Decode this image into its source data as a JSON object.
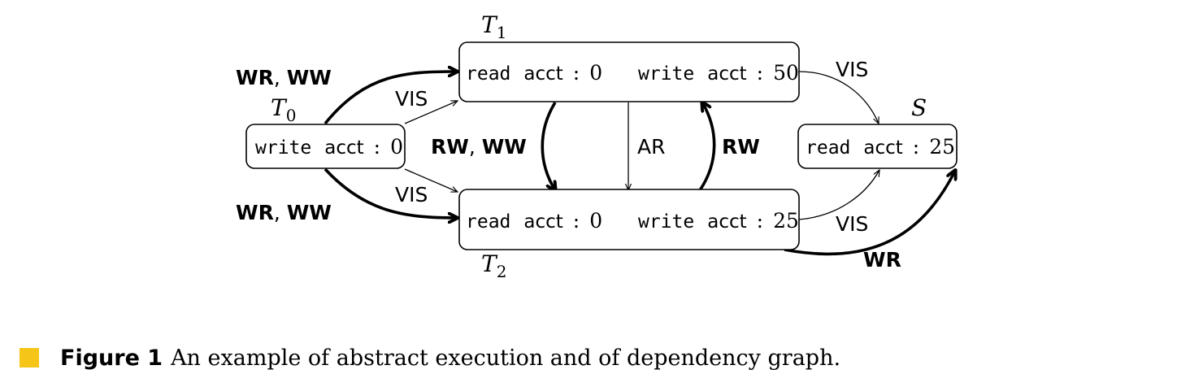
{
  "nodes": {
    "t0": {
      "label": "T",
      "sub": "0",
      "ops": [
        {
          "kw": "write",
          "var": "acct",
          "val": "0"
        }
      ]
    },
    "t1": {
      "label": "T",
      "sub": "1",
      "ops": [
        {
          "kw": "read",
          "var": "acct",
          "val": "0"
        },
        {
          "kw": "write",
          "var": "acct",
          "val": "50"
        }
      ]
    },
    "t2": {
      "label": "T",
      "sub": "2",
      "ops": [
        {
          "kw": "read",
          "var": "acct",
          "val": "0"
        },
        {
          "kw": "write",
          "var": "acct",
          "val": "25"
        }
      ]
    },
    "s": {
      "label": "S",
      "ops": [
        {
          "kw": "read",
          "var": "acct",
          "val": "25"
        }
      ]
    }
  },
  "edges": {
    "t0_t1_deps": {
      "a": "WR",
      "sep": ", ",
      "b": "WW"
    },
    "t0_t1_vis": "VIS",
    "t0_t2_deps": {
      "a": "WR",
      "sep": ", ",
      "b": "WW"
    },
    "t0_t2_vis": "VIS",
    "t1_t2_deps": {
      "a": "RW",
      "sep": ", ",
      "b": "WW"
    },
    "t1_t2_ar": "AR",
    "t2_t1_rw": "RW",
    "t1_s_vis": "VIS",
    "t2_s_vis": "VIS",
    "t2_s_wr": "WR"
  },
  "caption": {
    "label": "Figure 1",
    "text": "An example of abstract execution and of dependency graph."
  }
}
